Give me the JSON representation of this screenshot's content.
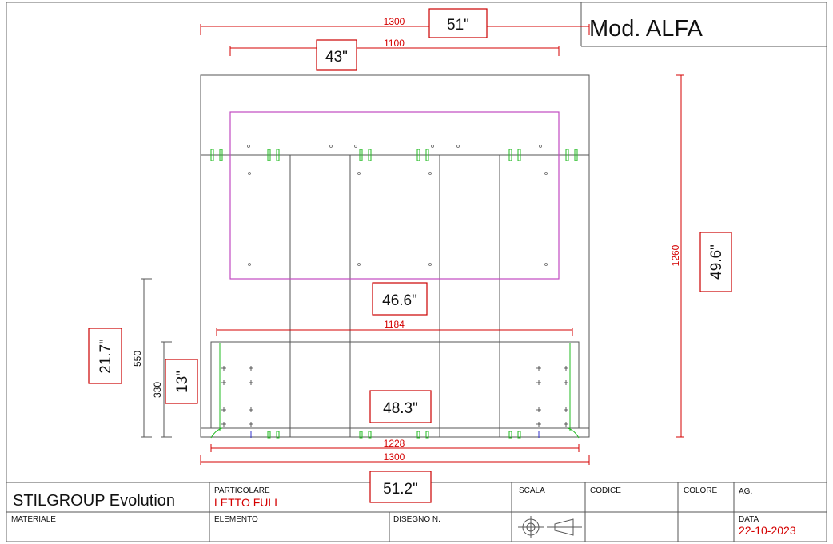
{
  "model_title": "Mod. ALFA",
  "dimensions_mm": {
    "top_overall": "1300",
    "top_inner": "1100",
    "right_height": "1260",
    "mid_width": "1184",
    "bottom_inner": "1228",
    "bottom_overall": "1300",
    "left_outer_height": "550",
    "left_inner_height": "330"
  },
  "inch_labels": {
    "top_overall": "51\"",
    "top_inner": "43\"",
    "right_height": "49.6\"",
    "middle_upper": "46.6\"",
    "middle_lower": "48.3\"",
    "left_outer": "21.7\"",
    "left_inner": "13\"",
    "bottom": "51.2\""
  },
  "title_block": {
    "company": "STILGROUP Evolution",
    "particolare_label": "PARTICOLARE",
    "particolare_value": "LETTO FULL",
    "scala_label": "SCALA",
    "codice_label": "CODICE",
    "colore_label": "COLORE",
    "ag_label": "AG.",
    "materiale_label": "MATERIALE",
    "elemento_label": "ELEMENTO",
    "disegno_label": "DISEGNO N.",
    "data_label": "DATA",
    "data_value": "22-10-2023"
  },
  "colors": {
    "dimension": "#d40000",
    "outline": "#555555",
    "headboard_panel": "#c04ac0",
    "fittings": "#22bb22",
    "label_box_border": "#cc0000"
  }
}
